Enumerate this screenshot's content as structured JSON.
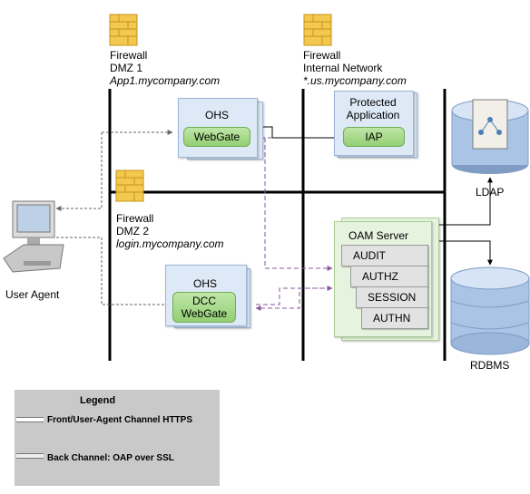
{
  "firewalls": {
    "dmz1": {
      "title": "Firewall",
      "zone": "DMZ 1",
      "host": "App1.mycompany.com"
    },
    "internal": {
      "title": "Firewall",
      "zone": "Internal Network",
      "host": "*.us.mycompany.com"
    },
    "dmz2": {
      "title": "Firewall",
      "zone": "DMZ 2",
      "host": "login.mycompany.com"
    }
  },
  "ohs1": {
    "title": "OHS",
    "component": "WebGate"
  },
  "protected_app": {
    "title_line1": "Protected",
    "title_line2": "Application",
    "component": "IAP"
  },
  "ohs2": {
    "title": "OHS",
    "component_line1": "DCC",
    "component_line2": "WebGate"
  },
  "oam_server": {
    "title": "OAM Server",
    "modules": [
      "AUDIT",
      "AUTHZ",
      "SESSION",
      "AUTHN"
    ]
  },
  "ldap": {
    "label": "LDAP"
  },
  "rdbms": {
    "label": "RDBMS"
  },
  "user_agent": {
    "label": "User Agent"
  },
  "legend": {
    "title": "Legend",
    "front_channel": "Front/User-Agent Channel HTTPS",
    "back_channel": "Back Channel: OAP over SSL"
  },
  "colors": {
    "front_channel_line": "#666666",
    "back_channel_line": "#8a5a9a",
    "divider": "#000000"
  }
}
